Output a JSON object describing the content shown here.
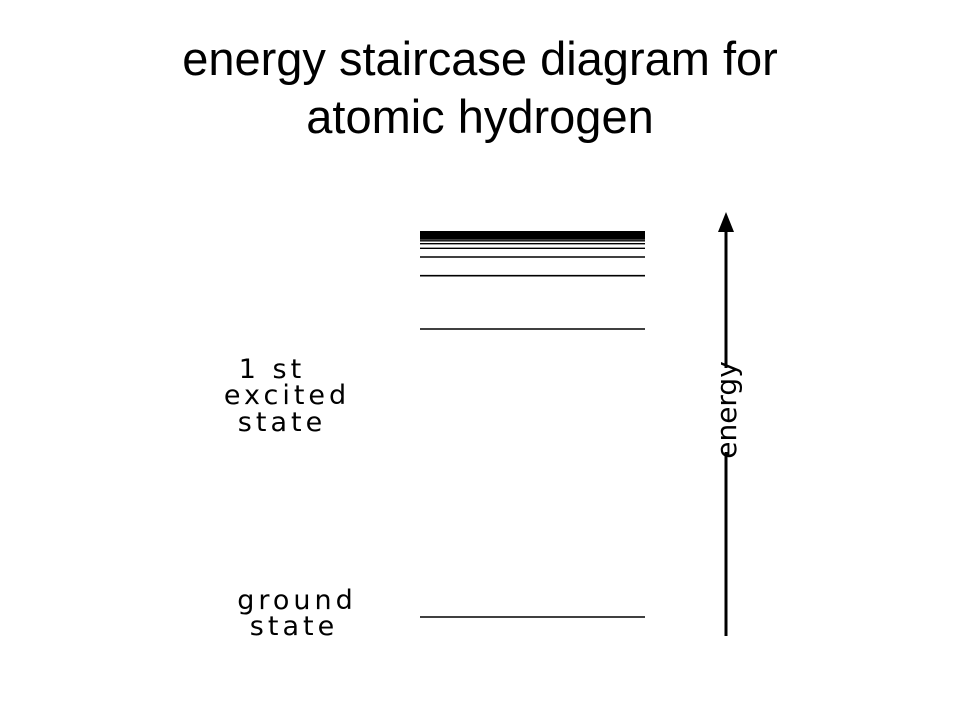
{
  "title": {
    "line1": "energy staircase diagram for",
    "line2": "atomic hydrogen"
  },
  "labels": {
    "excited_line1": "1 st",
    "excited_line2": "excited",
    "excited_line3": "state",
    "ground_line1": "ground",
    "ground_line2": "state"
  },
  "axis": {
    "label": "energy"
  },
  "levels": {
    "n_values": [
      1,
      2,
      3,
      4,
      5,
      6,
      7,
      8,
      9,
      10,
      11,
      12,
      13,
      14,
      15,
      16,
      18,
      20,
      24,
      30,
      40,
      60
    ]
  }
}
